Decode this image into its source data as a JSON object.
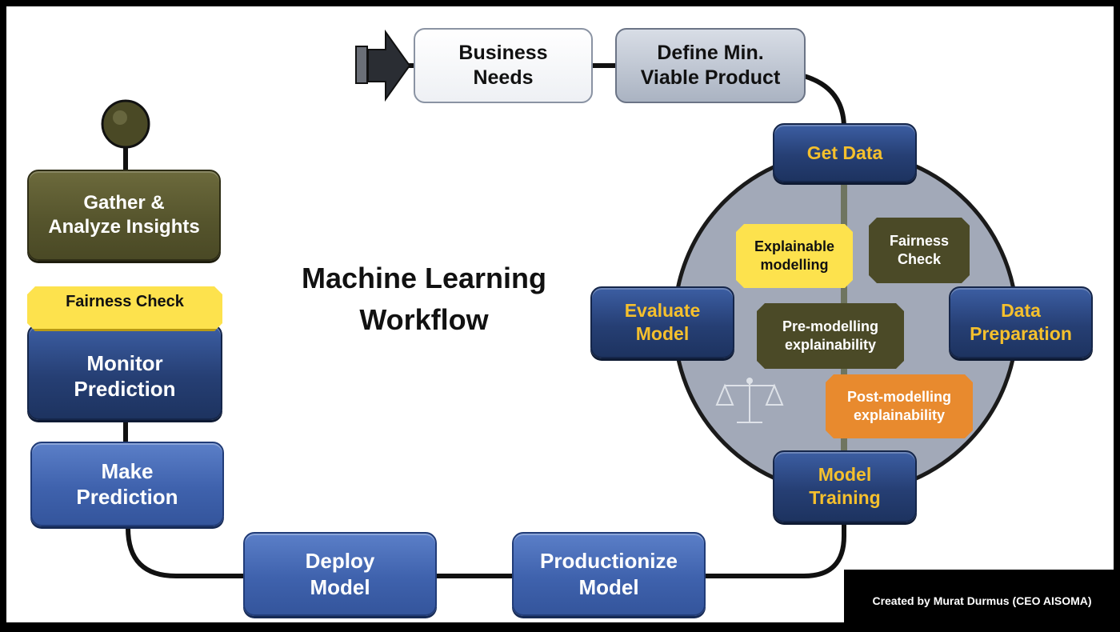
{
  "title": {
    "line1": "Machine Learning",
    "line2": "Workflow"
  },
  "nodes": {
    "business_needs": {
      "line1": "Business",
      "line2": "Needs"
    },
    "define_mvp": {
      "line1": "Define Min.",
      "line2": "Viable Product"
    },
    "get_data": {
      "line1": "Get Data"
    },
    "data_preparation": {
      "line1": "Data",
      "line2": "Preparation"
    },
    "model_training": {
      "line1": "Model",
      "line2": "Training"
    },
    "evaluate_model": {
      "line1": "Evaluate",
      "line2": "Model"
    },
    "productionize_model": {
      "line1": "Productionize",
      "line2": "Model"
    },
    "deploy_model": {
      "line1": "Deploy",
      "line2": "Model"
    },
    "make_prediction": {
      "line1": "Make",
      "line2": "Prediction"
    },
    "monitor_prediction": {
      "line1": "Monitor",
      "line2": "Prediction"
    },
    "fairness_check_banner": {
      "line1": "Fairness Check"
    },
    "gather_insights": {
      "line1": "Gather &",
      "line2": "Analyze Insights"
    }
  },
  "inner_tags": {
    "explainable_modelling": {
      "line1": "Explainable",
      "line2": "modelling"
    },
    "fairness_check": {
      "line1": "Fairness",
      "line2": "Check"
    },
    "pre_modelling": {
      "line1": "Pre-modelling",
      "line2": "explainability"
    },
    "post_modelling": {
      "line1": "Post-modelling",
      "line2": "explainability"
    }
  },
  "credit": "Created by Murat Durmus (CEO AISOMA)",
  "colors": {
    "dark_blue": "#263f74",
    "mid_blue": "#3f62ad",
    "gold": "#f5c02d",
    "olive": "#56552d",
    "yellow": "#fde24d",
    "orange": "#e88a2e",
    "circle_gray": "#a2a9b8"
  },
  "icons": {
    "start_arrow": "arrow-right-icon",
    "scales": "balance-scale-icon",
    "end_knob": "circle-knob-icon"
  }
}
